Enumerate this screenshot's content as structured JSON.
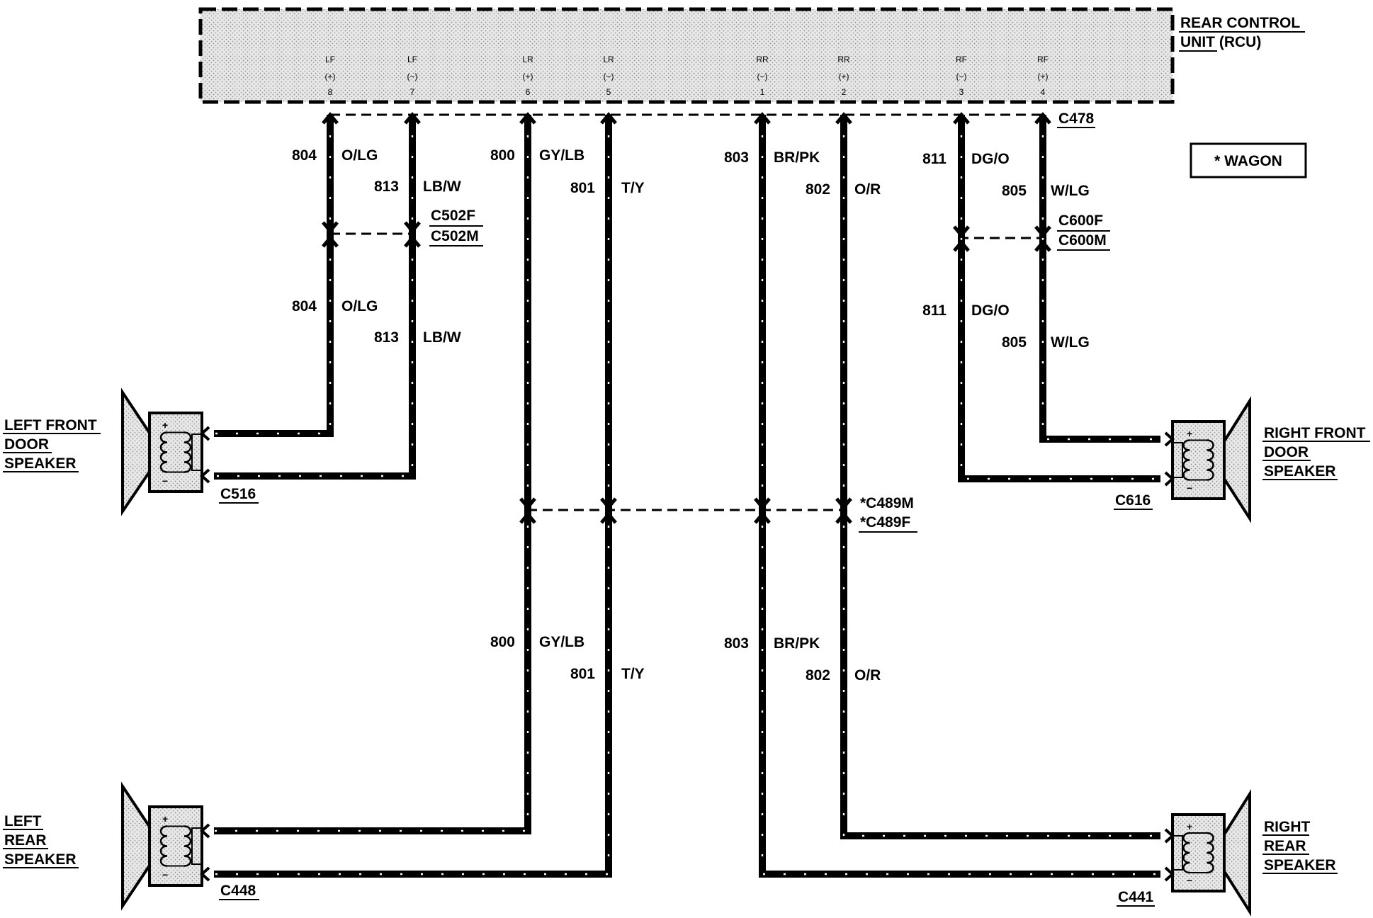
{
  "rcu": {
    "title_lines": [
      "REAR CONTROL",
      "UNIT (RCU)"
    ],
    "pins": [
      {
        "name": "LF",
        "pol": "(+)",
        "num": "8"
      },
      {
        "name": "LF",
        "pol": "(−)",
        "num": "7"
      },
      {
        "name": "LR",
        "pol": "(+)",
        "num": "6"
      },
      {
        "name": "LR",
        "pol": "(−)",
        "num": "5"
      },
      {
        "name": "RR",
        "pol": "(−)",
        "num": "1"
      },
      {
        "name": "RR",
        "pol": "(+)",
        "num": "2"
      },
      {
        "name": "RF",
        "pol": "(−)",
        "num": "3"
      },
      {
        "name": "RF",
        "pol": "(+)",
        "num": "4"
      }
    ]
  },
  "legend": {
    "text": "* WAGON"
  },
  "connectors": {
    "c478": "C478",
    "c502": [
      "C502F",
      "C502M"
    ],
    "c600": [
      "C600F",
      "C600M"
    ],
    "c489": [
      "*C489M",
      "*C489F"
    ],
    "c516": "C516",
    "c616": "C616",
    "c448": "C448",
    "c441": "C441"
  },
  "wires": {
    "w804": {
      "circuit": "804",
      "color": "O/LG"
    },
    "w813": {
      "circuit": "813",
      "color": "LB/W"
    },
    "w800": {
      "circuit": "800",
      "color": "GY/LB"
    },
    "w801": {
      "circuit": "801",
      "color": "T/Y"
    },
    "w803": {
      "circuit": "803",
      "color": "BR/PK"
    },
    "w802": {
      "circuit": "802",
      "color": "O/R"
    },
    "w811": {
      "circuit": "811",
      "color": "DG/O"
    },
    "w805": {
      "circuit": "805",
      "color": "W/LG"
    }
  },
  "speakers": {
    "left_front": [
      "LEFT FRONT",
      "DOOR",
      "SPEAKER"
    ],
    "right_front": [
      "RIGHT FRONT",
      "DOOR",
      "SPEAKER"
    ],
    "left_rear": [
      "LEFT",
      "REAR",
      "SPEAKER"
    ],
    "right_rear": [
      "RIGHT",
      "REAR",
      "SPEAKER"
    ],
    "plus_sign": "+",
    "minus_sign": "−"
  }
}
